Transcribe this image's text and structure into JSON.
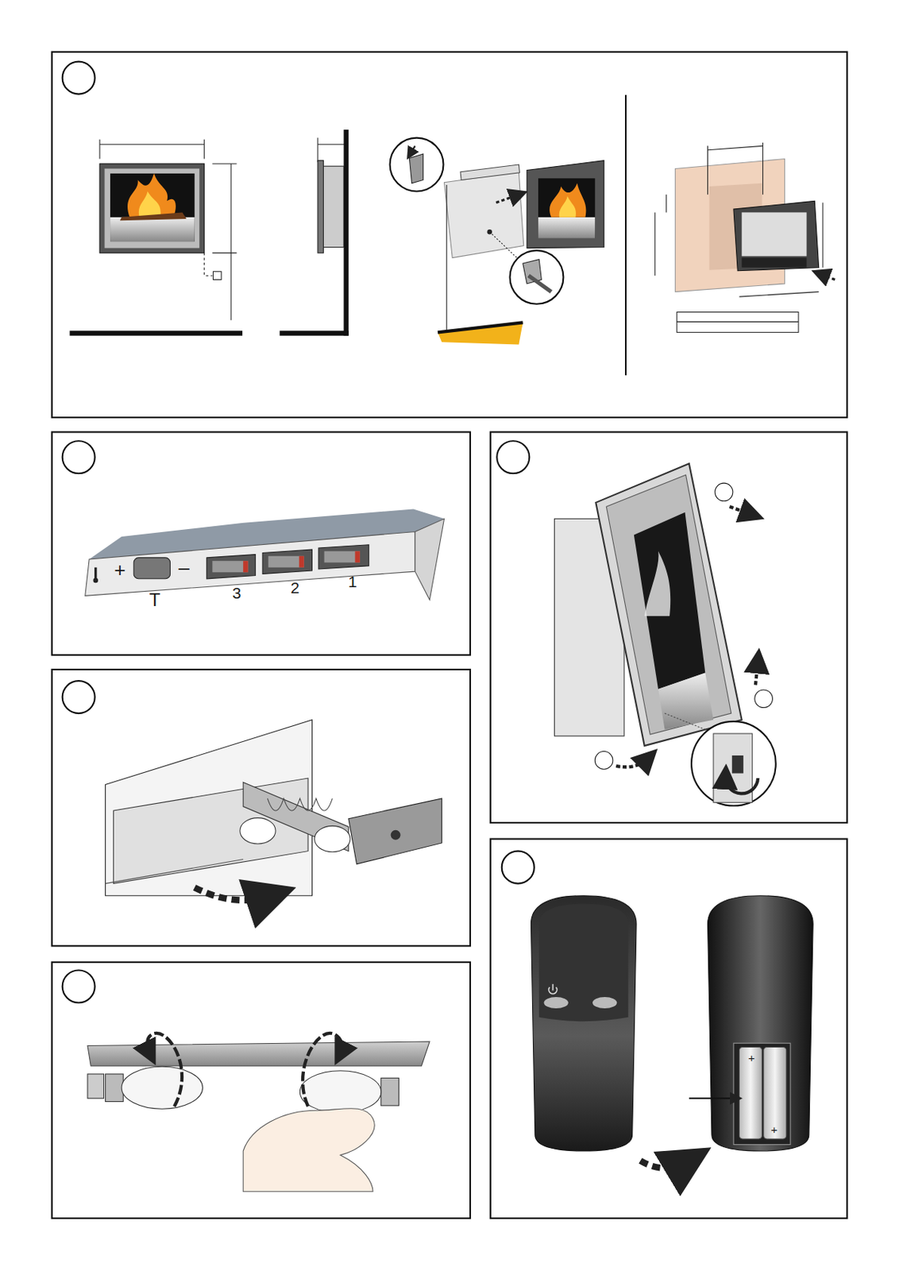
{
  "diagram": {
    "labels": [
      "+",
      "–",
      "T",
      "3",
      "2",
      "1",
      "+",
      "+"
    ]
  }
}
